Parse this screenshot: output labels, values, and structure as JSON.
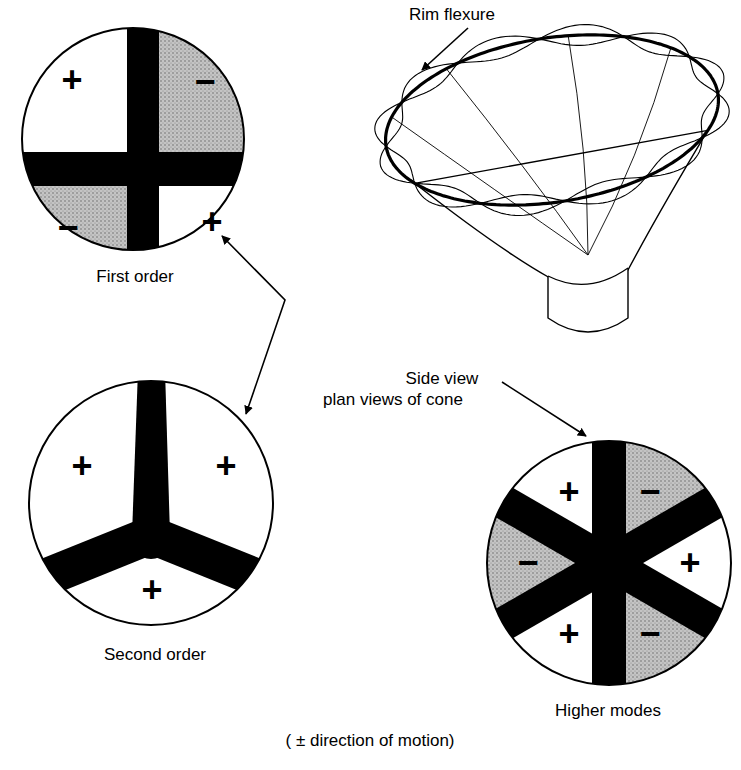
{
  "diagram": {
    "labels": [
      "Rim flexure",
      "+",
      "−",
      "−",
      "+",
      "First order",
      "Side view",
      "plan views of cone",
      "+",
      "+",
      "+",
      "Second order",
      "+",
      "−",
      "−",
      "+",
      "+",
      "−",
      "Higher modes",
      "( ± direction of motion)"
    ]
  }
}
